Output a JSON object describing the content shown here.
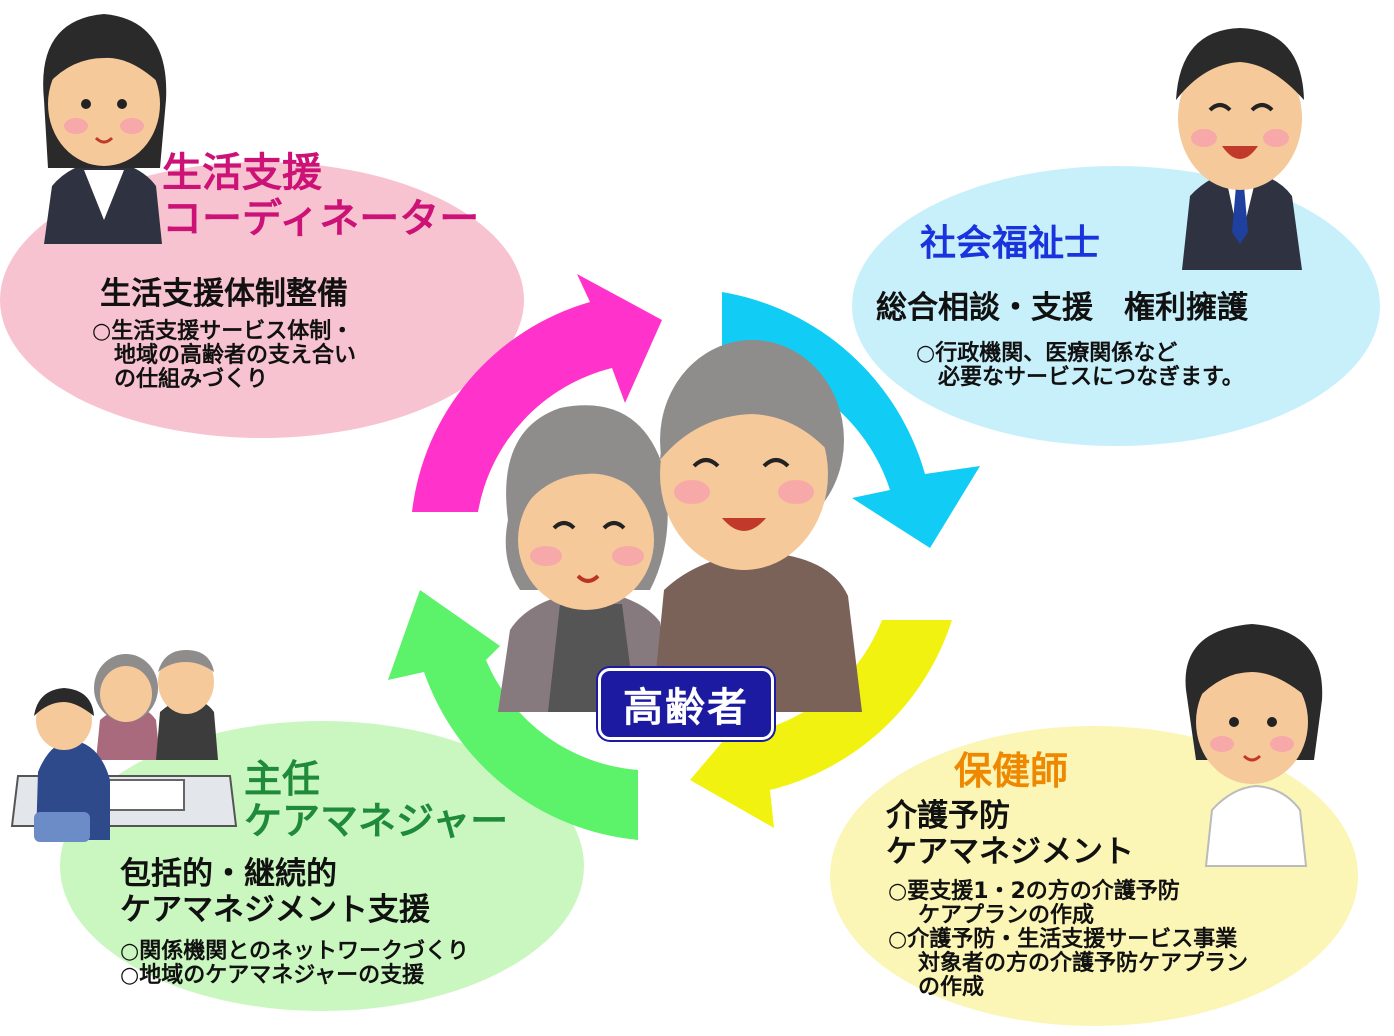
{
  "center": {
    "label": "高齢者"
  },
  "roles": {
    "coordinator": {
      "title_line1": "生活支援",
      "title_line2": "コーディネーター",
      "heading": "生活支援体制整備",
      "notes": [
        "○生活支援サービス体制・",
        "地域の高齢者の支え合い",
        "の仕組みづくり"
      ]
    },
    "social_worker": {
      "title": "社会福祉士",
      "heading": "総合相談・支援　権利擁護",
      "notes": [
        "○行政機関、医療関係など",
        "必要なサービスにつなぎます。"
      ]
    },
    "care_manager": {
      "title_line1": "主任",
      "title_line2": "ケアマネジャー",
      "heading_line1": "包括的・継続的",
      "heading_line2": "ケアマネジメント支援",
      "notes": [
        "○関係機関とのネットワークづくり",
        "○地域のケアマネジャーの支援"
      ]
    },
    "nurse": {
      "title": "保健師",
      "heading_line1": "介護予防",
      "heading_line2": "ケアマネジメント",
      "notes": [
        "○要支援1・2の方の介護予防",
        "ケアプランの作成",
        "○介護予防・生活支援サービス事業",
        "対象者の方の介護予防ケアプラン",
        "の作成"
      ]
    }
  },
  "colors": {
    "coordinator_bg": "#f8c3d0",
    "social_worker_bg": "#c8f0fb",
    "care_manager_bg": "#c9f7bf",
    "nurse_bg": "#fbf6b6",
    "arrow_magenta": "#ff33cc",
    "arrow_cyan": "#11ccf5",
    "arrow_yellow": "#f2f211",
    "arrow_green": "#5cf26a",
    "badge": "#1c1aa0"
  }
}
